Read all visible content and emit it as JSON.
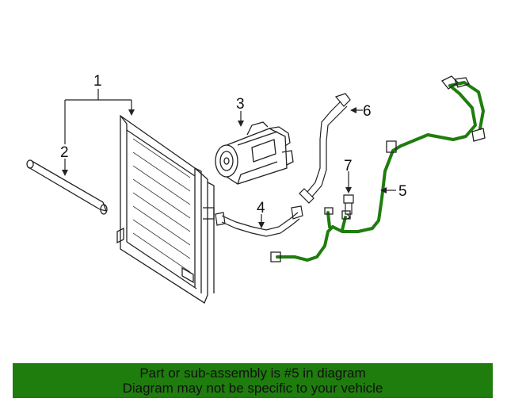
{
  "callouts": {
    "c1": "1",
    "c2": "2",
    "c3": "3",
    "c4": "4",
    "c5": "5",
    "c6": "6",
    "c7": "7"
  },
  "banner": {
    "line1": "Part or sub-assembly is #5 in diagram",
    "line2": "Diagram may not be specific to your vehicle"
  },
  "colors": {
    "highlight_part": "#1f7d0e",
    "banner_bg": "#1f7d0e",
    "line_art": "#222222"
  }
}
